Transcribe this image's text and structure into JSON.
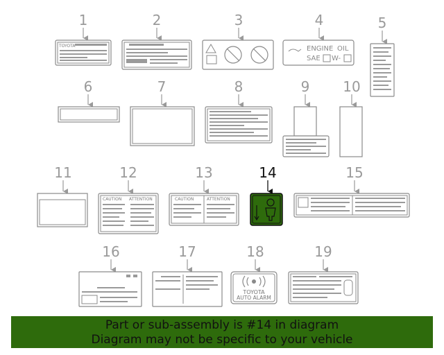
{
  "callouts": [
    "1",
    "2",
    "3",
    "4",
    "5",
    "6",
    "7",
    "8",
    "9",
    "10",
    "11",
    "12",
    "13",
    "14",
    "15",
    "16",
    "17",
    "18",
    "19"
  ],
  "highlighted_callout": "14",
  "label_texts": {
    "toyota_small": "TOYOTA",
    "engine": "ENGINE",
    "oil": "OIL",
    "sae": "SAE",
    "w": "W-",
    "caution": "CAUTION",
    "attention": "ATTENTION",
    "alarm_brand": "TOYOTA",
    "alarm_text": "AUTO ALARM"
  },
  "footer": {
    "line1": "Part or sub-assembly is #14 in diagram",
    "line2": "Diagram may not be specific to your vehicle"
  },
  "colors": {
    "highlight_fill": "#2e6b0c",
    "footer_bg": "#2e6b0c",
    "line": "#8a8a8a"
  }
}
